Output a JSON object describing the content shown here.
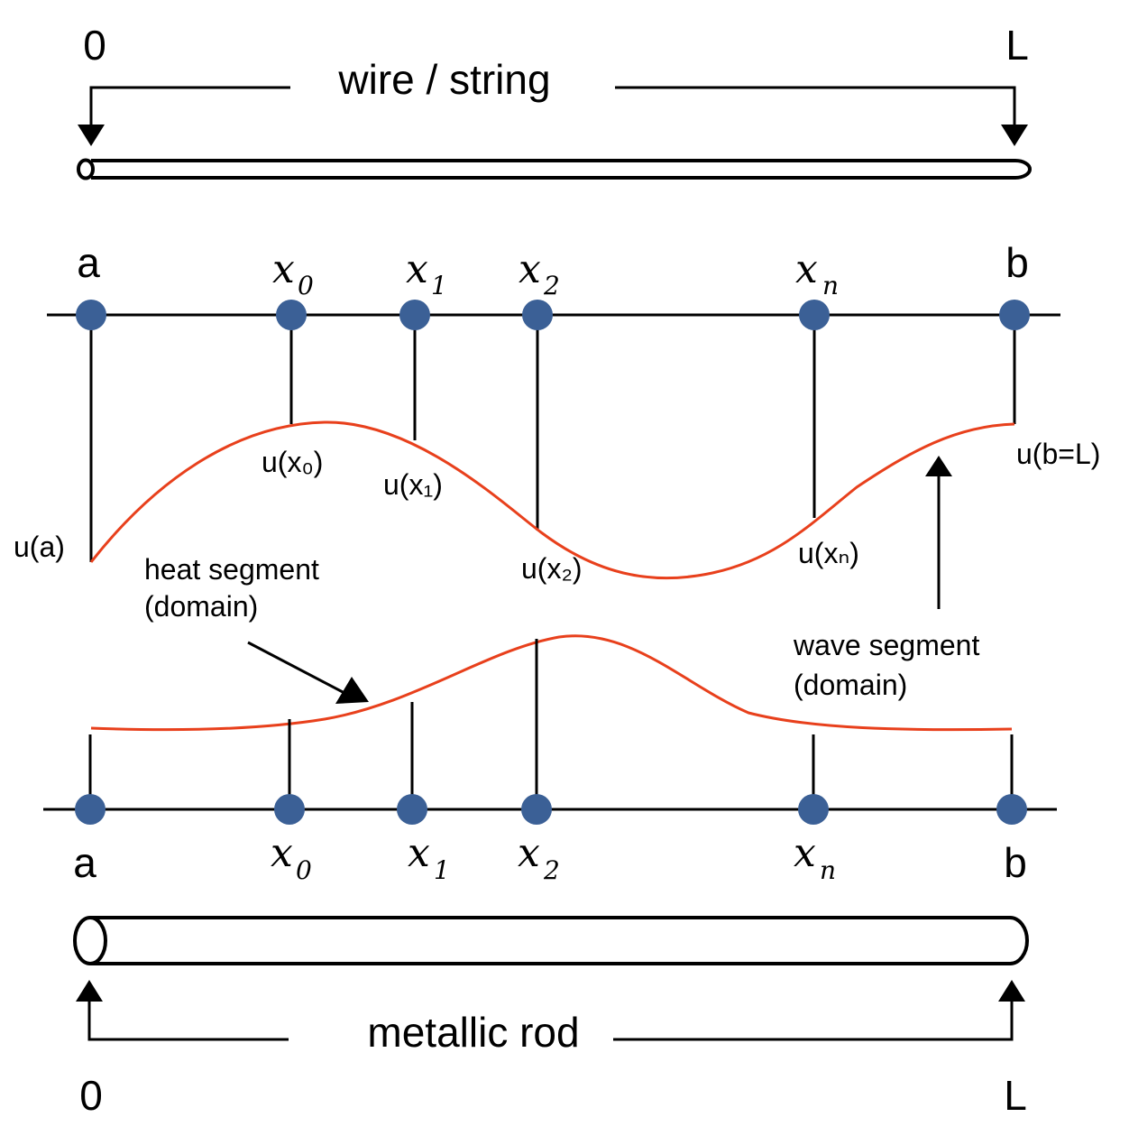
{
  "wire": {
    "left_label": "0",
    "right_label": "L",
    "title": "wire / string"
  },
  "top_axis": {
    "end_left": "a",
    "end_right": "b",
    "x0_var": "x",
    "x0_sub": "0",
    "x1_var": "x",
    "x1_sub": "1",
    "x2_var": "x",
    "x2_sub": "2",
    "xn_var": "x",
    "xn_sub": "n"
  },
  "wave_labels": {
    "ua": "u(a)",
    "ux0": "u(x₀)",
    "ux1": "u(x₁)",
    "ux2": "u(x₂)",
    "uxn": "u(xₙ)",
    "ub": "u(b=L)"
  },
  "annotations": {
    "heat_line1": "heat segment",
    "heat_line2": "(domain)",
    "wave_line1": "wave segment",
    "wave_line2": "(domain)"
  },
  "bottom_axis": {
    "end_left": "a",
    "end_right": "b",
    "x0_var": "x",
    "x0_sub": "0",
    "x1_var": "x",
    "x1_sub": "1",
    "x2_var": "x",
    "x2_sub": "2",
    "xn_var": "x",
    "xn_sub": "n"
  },
  "rod": {
    "title": "metallic rod",
    "left_label": "0",
    "right_label": "L"
  },
  "colors": {
    "node": "#3b6096",
    "curve": "#e8401c",
    "line": "#000000"
  }
}
